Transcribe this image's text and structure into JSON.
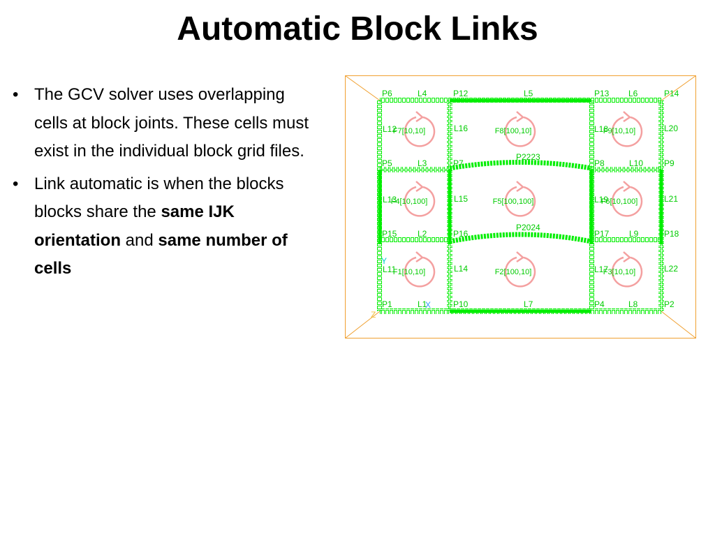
{
  "slide": {
    "title": "Automatic Block Links",
    "bullets": [
      {
        "marker": "•",
        "text": "The GCV solver uses overlapping cells at block joints. These cells must exist in the individual block grid files."
      },
      {
        "marker": "•",
        "text_before": "Link automatic is when the blocks blocks share the ",
        "bold1": "same IJK orientation",
        "mid": " and ",
        "bold2": "same number of cells"
      }
    ]
  },
  "diagram": {
    "colors": {
      "frame": "#f0a030",
      "grid": "#00ee00",
      "arrow": "#f4a0a0",
      "axis_y": "#00cccc",
      "axis_x": "#3399ff",
      "axis_z": "#f0c040"
    },
    "point_labels": {
      "P6": "P6",
      "P12": "P12",
      "P13": "P13",
      "P14": "P14",
      "P5": "P5",
      "P7": "P7",
      "P8": "P8",
      "P9": "P9",
      "P15": "P15",
      "P16": "P16",
      "P17": "P17",
      "P18": "P18",
      "P1": "P1",
      "P10": "P10",
      "P4": "P4",
      "P2": "P2",
      "P22_23": "P2223",
      "P20_24": "P2024"
    },
    "line_labels": {
      "L4": "L4",
      "L5": "L5",
      "L6": "L6",
      "L12": "L12",
      "L16": "L16",
      "L18": "L18",
      "L20": "L20",
      "L3": "L3",
      "L10": "L10",
      "L13": "L13",
      "L15": "L15",
      "L19": "L19",
      "L21": "L21",
      "L2": "L2",
      "L9": "L9",
      "L11": "L11",
      "L14": "L14",
      "L17": "L17",
      "L22": "L22",
      "L1": "L1",
      "L7": "L7",
      "L8": "L8"
    },
    "face_labels": {
      "F7": "F7[10,10]",
      "F8": "F8[100,10]",
      "F9": "F9[10,10]",
      "F4": "F4[10,100]",
      "F5": "F5[100,100]",
      "F6": "F6[10,100]",
      "F1": "F1[10,10]",
      "F2": "F2[100,10]",
      "F3": "F3[10,10]"
    },
    "axes": {
      "y": "Y",
      "x": "X",
      "z": "Z"
    }
  }
}
